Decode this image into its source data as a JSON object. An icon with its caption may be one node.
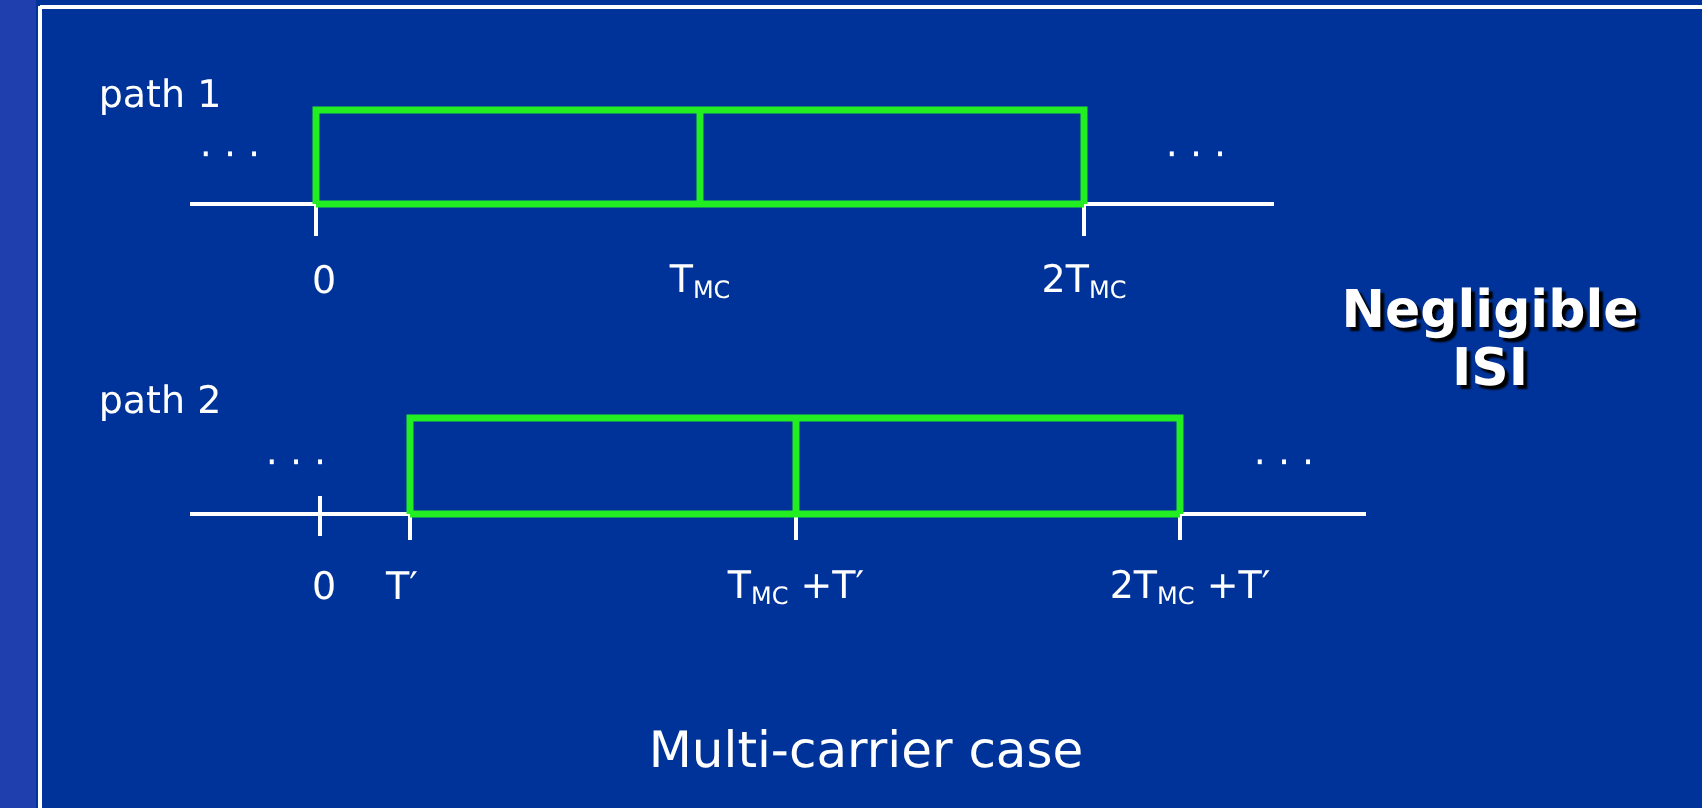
{
  "diagram": {
    "caption": "Multi-carrier case",
    "labels": [
      "path 1",
      "· · ·",
      "· · ·",
      "0",
      "T$_{MC}$",
      "2T$_{MC}$",
      "Negligible ISI",
      "path 2",
      "· · ·",
      "· · ·",
      "0",
      "T′",
      "T$_{MC}$ +T′",
      "2T$_{MC}$ +T′"
    ]
  }
}
